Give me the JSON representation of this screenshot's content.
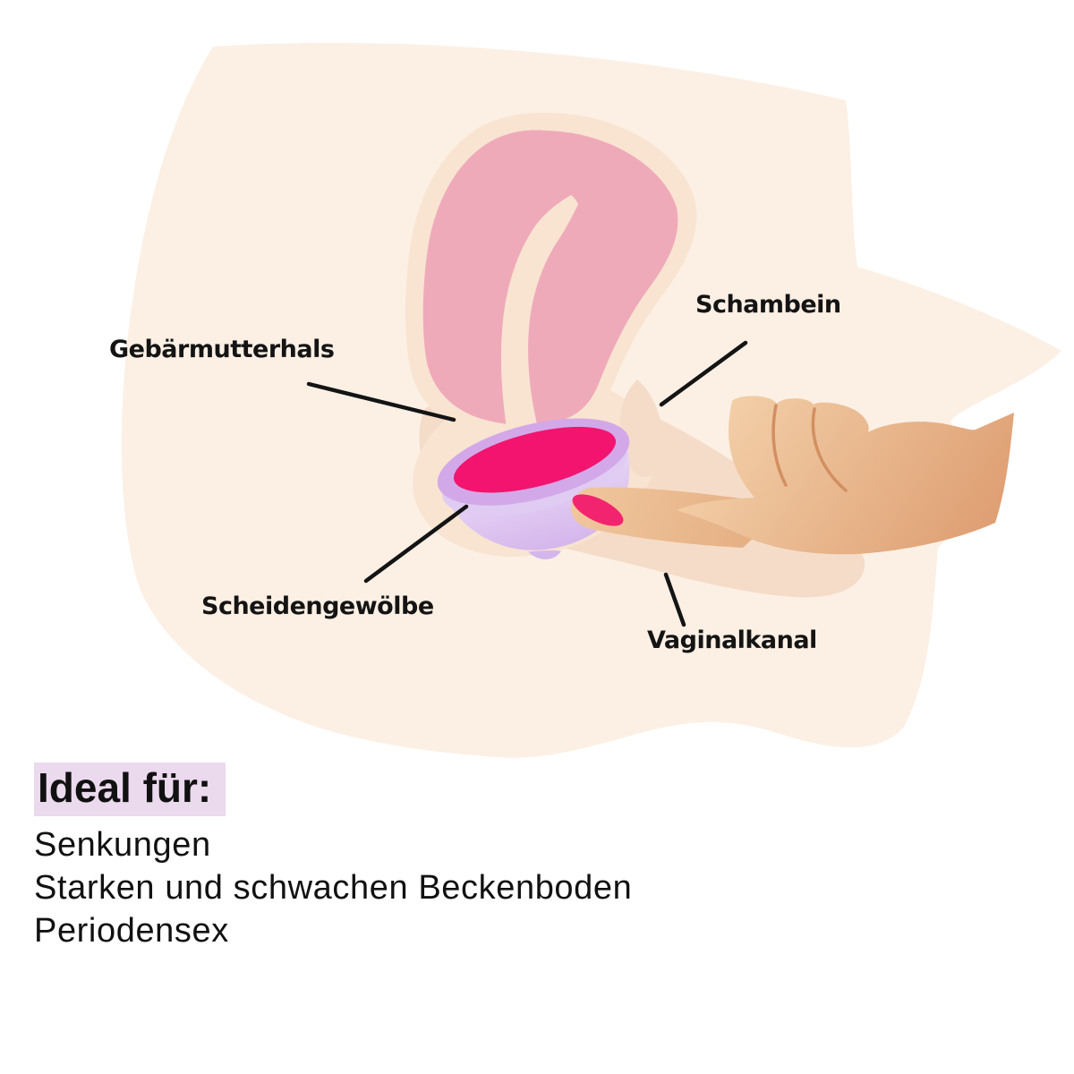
{
  "diagram": {
    "title_semantic": "menstrual-disc-insertion-anatomy",
    "labels": {
      "cervix": "Gebärmutterhals",
      "pubic_bone": "Schambein",
      "vaginal_fornix": "Scheidengewölbe",
      "vaginal_canal": "Vaginalkanal"
    }
  },
  "ideal_for": {
    "heading": "Ideal für:",
    "items": [
      "Senkungen",
      "Starken und schwachen Beckenboden",
      "Periodensex"
    ]
  },
  "colors": {
    "background": "#ffffff",
    "body_blob": "#fcf0e5",
    "tissue_outline": "#f8e4d1",
    "body_peach": "#f5dcc8",
    "pubic_bone": "#f4dcc9",
    "uterus_pink": "#efaaba",
    "cup_rim_lavender": "#d3a8e8",
    "cup_bowl_light": "#ecdff7",
    "menstrual_pink": "#f2146e",
    "hand_skin_light": "#f4d2ab",
    "hand_skin_dark": "#dd9b6f",
    "highlight_lavender": "#ebd9ee",
    "label_text": "#141414"
  }
}
